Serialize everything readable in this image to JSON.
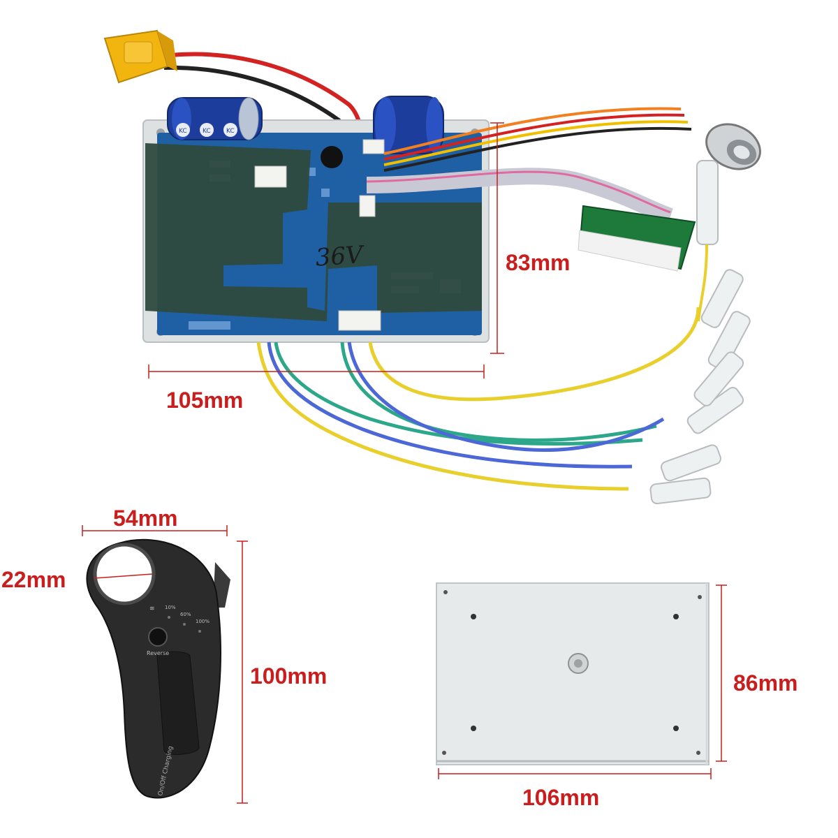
{
  "dimensions": {
    "board_height": "83mm",
    "board_width": "105mm",
    "remote_width": "54mm",
    "remote_hole": "22mm",
    "remote_height": "100mm",
    "plate_height": "86mm",
    "plate_width": "106mm"
  },
  "board": {
    "handwriting": "36V"
  },
  "capacitors": {
    "label": "KC"
  },
  "remote": {
    "led_labels": [
      "10%",
      "60%",
      "100%"
    ],
    "button_label": "Reverse",
    "side_label": "On/Off Charging"
  },
  "colors": {
    "dimension": "#c81e1e",
    "pcb": "#1f5fa3",
    "insulation": "#2f4a3e",
    "capacitor": "#1d3d9c",
    "xt60": "#f2b40f",
    "wire_yellow": "#e8cf2c",
    "wire_green": "#2ca789",
    "wire_blue": "#4c67d6",
    "remote_body": "#2b2b2b",
    "plate": "#e7eaea"
  }
}
